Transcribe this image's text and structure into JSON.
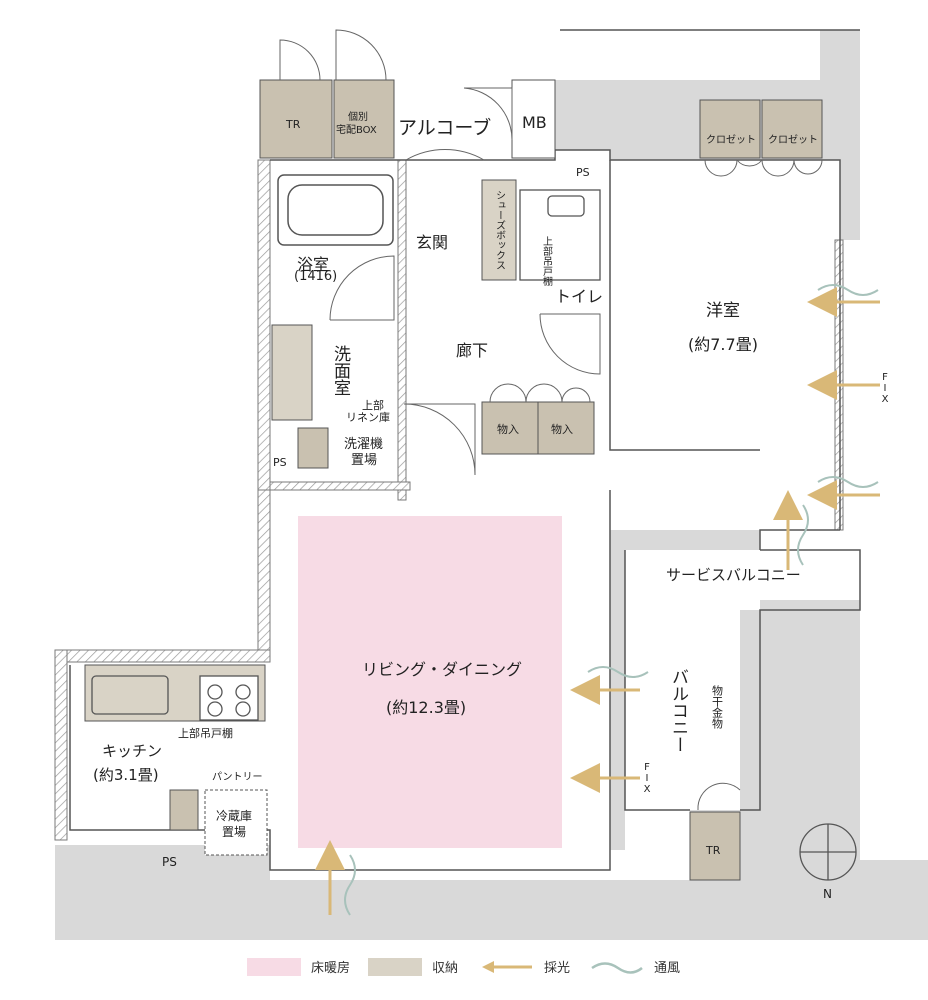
{
  "colors": {
    "floor_heating": "#f7dbe5",
    "storage": "#d9d3c6",
    "storage_dark": "#c9c1b0",
    "wall": "#7a7a7a",
    "hatch": "#9a9a9a",
    "terrace": "#d9d9d9",
    "light_arrow": "#d9b877",
    "wind": "#a8c2bb"
  },
  "rooms": {
    "alcove": "アルコーブ",
    "mb": "MB",
    "tr_top": "TR",
    "delivery_box": "個別\n宅配BOX",
    "ps_top": "PS",
    "closet_1": "クロゼット",
    "closet_2": "クロゼット",
    "bath_label": "浴室",
    "bath_size": "(1416)",
    "entrance": "玄関",
    "shoe_box": "シューズボックス",
    "upper_cabinet": "上部吊戸棚",
    "toilet": "トイレ",
    "western_room": "洋室",
    "western_size": "(約7.7畳)",
    "corridor": "廊下",
    "washroom": "洗面室",
    "linen_upper": "上部",
    "linen": "リネン庫",
    "washer_1": "洗濯機",
    "washer_2": "置場",
    "ps_mid": "PS",
    "storage_1": "物入",
    "storage_2": "物入",
    "fix_1": "FIX",
    "service_balcony": "サービスバルコニー",
    "living": "リビング・ダイニング",
    "living_size": "(約12.3畳)",
    "balcony": "バルコニー",
    "drying_hardware": "物干金物",
    "fix_2": "FIX",
    "tr_bottom": "TR",
    "kitchen": "キッチン",
    "kitchen_size": "(約3.1畳)",
    "kitchen_upper": "上部吊戸棚",
    "pantry": "パントリー",
    "fridge_1": "冷蔵庫",
    "fridge_2": "置場",
    "ps_bottom": "PS",
    "compass_n": "N"
  },
  "legend": {
    "floor_heating": "床暖房",
    "storage": "収納",
    "light": "採光",
    "wind": "通風"
  }
}
